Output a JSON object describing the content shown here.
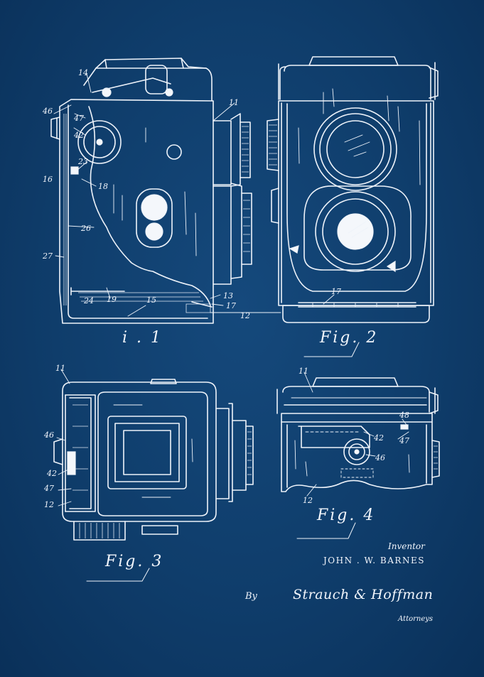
{
  "colors": {
    "background": "#0f3d6b",
    "ink": "#eef3fa"
  },
  "figures": [
    {
      "id": "fig1",
      "label": "i . 1"
    },
    {
      "id": "fig2",
      "label": "Fig. 2"
    },
    {
      "id": "fig3",
      "label": "Fig. 3"
    },
    {
      "id": "fig4",
      "label": "Fig. 4"
    }
  ],
  "reference_numerals": {
    "fig1": [
      "14",
      "11",
      "46",
      "47",
      "42",
      "23",
      "16",
      "18",
      "26",
      "27",
      "24",
      "19",
      "15",
      "13",
      "17",
      "12"
    ],
    "fig2": [
      "17"
    ],
    "fig3": [
      "11",
      "46",
      "42",
      "47",
      "12"
    ],
    "fig4": [
      "11",
      "48",
      "42",
      "47",
      "46",
      "12"
    ]
  },
  "signature_block": {
    "inventor_label": "Inventor",
    "inventor_name": "JOHN . W. BARNES",
    "by_label": "By",
    "attorneys_name": "Strauch & Hoffman",
    "attorneys_label": "Attorneys"
  }
}
